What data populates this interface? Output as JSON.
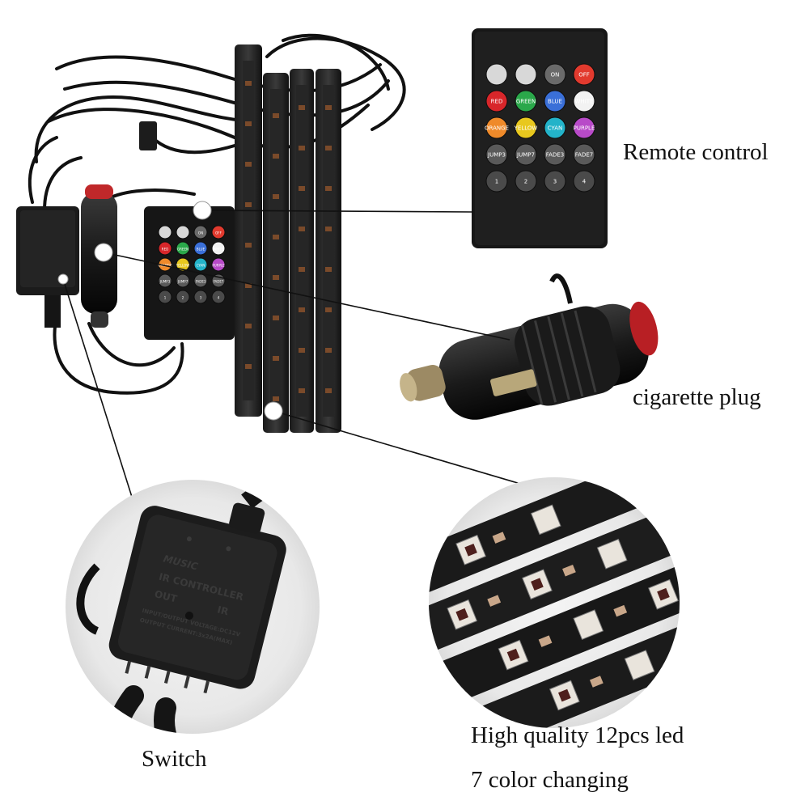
{
  "captions": {
    "remote": "Remote control",
    "plug": "cigarette plug",
    "switch": "Switch",
    "led_quality": "High quality 12pcs led",
    "color_changing": "7 color changing"
  },
  "remote": {
    "buttons": [
      {
        "label": "",
        "color": "#d8d8d8"
      },
      {
        "label": "",
        "color": "#d8d8d8"
      },
      {
        "label": "ON",
        "color": "#6a6a6a"
      },
      {
        "label": "OFF",
        "color": "#e23a2e"
      },
      {
        "label": "RED",
        "color": "#d8262a"
      },
      {
        "label": "GREEN",
        "color": "#2aa84a"
      },
      {
        "label": "BLUE",
        "color": "#3a6fd8"
      },
      {
        "label": "WHITE",
        "color": "#f2f2f2"
      },
      {
        "label": "ORANGE",
        "color": "#ef8a2a"
      },
      {
        "label": "YELLOW",
        "color": "#e8c81e"
      },
      {
        "label": "CYAN",
        "color": "#23b3c9"
      },
      {
        "label": "PURPLE",
        "color": "#b84ac8"
      },
      {
        "label": "JUMP3",
        "color": "#5a5a5a"
      },
      {
        "label": "JUMP7",
        "color": "#5a5a5a"
      },
      {
        "label": "FADE3",
        "color": "#5a5a5a"
      },
      {
        "label": "FADE7",
        "color": "#5a5a5a"
      },
      {
        "label": "1",
        "color": "#4a4a4a"
      },
      {
        "label": "2",
        "color": "#4a4a4a"
      },
      {
        "label": "3",
        "color": "#4a4a4a"
      },
      {
        "label": "4",
        "color": "#4a4a4a"
      }
    ]
  },
  "controller": {
    "brand": "MUSIC",
    "title": "IR CONTROLLER",
    "port_out": "OUT",
    "port_ir": "IR",
    "spec_voltage": "INPUT/OUTPUT VOLTAGE:DC12V",
    "spec_current": "OUTPUT CURRENT:3x2A(MAX)"
  },
  "icons": {
    "callout_dot": "white-circle-marker",
    "plug_switch": "red-rocker-switch"
  }
}
